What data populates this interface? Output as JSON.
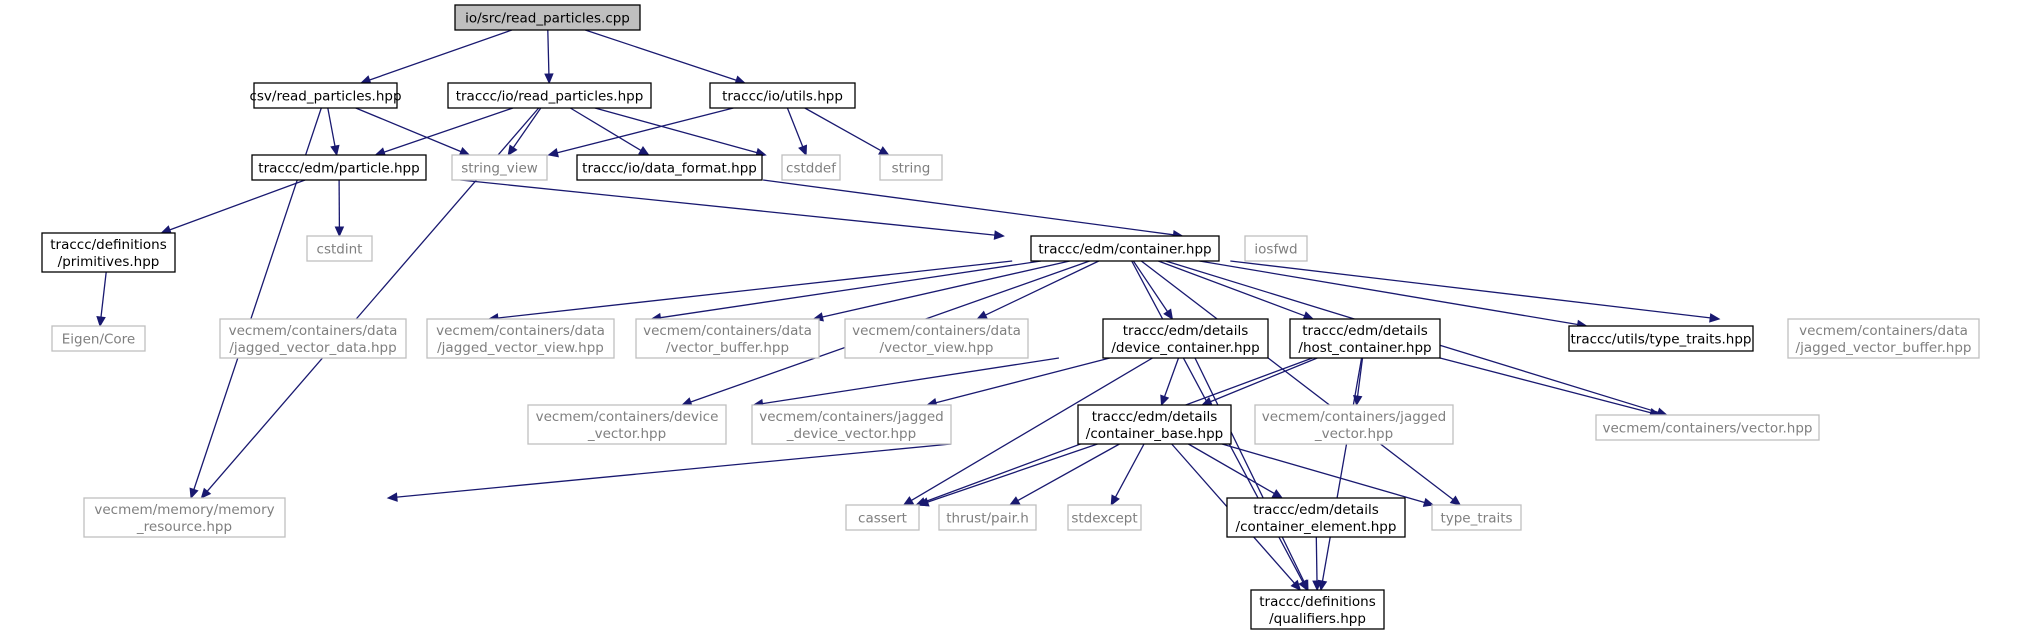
{
  "graph": {
    "nodes": [
      {
        "id": "root",
        "kind": "root",
        "lines": [
          "io/src/read_particles.cpp"
        ]
      },
      {
        "id": "csv_rp",
        "kind": "doc",
        "lines": [
          "csv/read_particles.hpp"
        ]
      },
      {
        "id": "io_rp",
        "kind": "doc",
        "lines": [
          "traccc/io/read_particles.hpp"
        ]
      },
      {
        "id": "io_utils",
        "kind": "doc",
        "lines": [
          "traccc/io/utils.hpp"
        ]
      },
      {
        "id": "particle",
        "kind": "doc",
        "lines": [
          "traccc/edm/particle.hpp"
        ]
      },
      {
        "id": "string_view",
        "kind": "sys",
        "lines": [
          "string_view"
        ]
      },
      {
        "id": "data_format",
        "kind": "doc",
        "lines": [
          "traccc/io/data_format.hpp"
        ]
      },
      {
        "id": "cstddef",
        "kind": "sys",
        "lines": [
          "cstddef"
        ]
      },
      {
        "id": "string",
        "kind": "sys",
        "lines": [
          "string"
        ]
      },
      {
        "id": "primitives",
        "kind": "doc",
        "lines": [
          "traccc/definitions",
          "/primitives.hpp"
        ]
      },
      {
        "id": "cstdint",
        "kind": "sys",
        "lines": [
          "cstdint"
        ]
      },
      {
        "id": "container",
        "kind": "doc",
        "lines": [
          "traccc/edm/container.hpp"
        ]
      },
      {
        "id": "iosfwd",
        "kind": "sys",
        "lines": [
          "iosfwd"
        ]
      },
      {
        "id": "eigen",
        "kind": "sys",
        "lines": [
          "Eigen/Core"
        ]
      },
      {
        "id": "jvd",
        "kind": "sys",
        "lines": [
          "vecmem/containers/data",
          "/jagged_vector_data.hpp"
        ]
      },
      {
        "id": "jvv",
        "kind": "sys",
        "lines": [
          "vecmem/containers/data",
          "/jagged_vector_view.hpp"
        ]
      },
      {
        "id": "vbuf",
        "kind": "sys",
        "lines": [
          "vecmem/containers/data",
          "/vector_buffer.hpp"
        ]
      },
      {
        "id": "vview",
        "kind": "sys",
        "lines": [
          "vecmem/containers/data",
          "/vector_view.hpp"
        ]
      },
      {
        "id": "devcont",
        "kind": "doc",
        "lines": [
          "traccc/edm/details",
          "/device_container.hpp"
        ]
      },
      {
        "id": "hostcont",
        "kind": "doc",
        "lines": [
          "traccc/edm/details",
          "/host_container.hpp"
        ]
      },
      {
        "id": "typetraits_hpp",
        "kind": "doc",
        "lines": [
          "traccc/utils/type_traits.hpp"
        ]
      },
      {
        "id": "jvbuf",
        "kind": "sys",
        "lines": [
          "vecmem/containers/data",
          "/jagged_vector_buffer.hpp"
        ]
      },
      {
        "id": "devvec",
        "kind": "sys",
        "lines": [
          "vecmem/containers/device",
          "_vector.hpp"
        ]
      },
      {
        "id": "jdevvec",
        "kind": "sys",
        "lines": [
          "vecmem/containers/jagged",
          "_device_vector.hpp"
        ]
      },
      {
        "id": "contbase",
        "kind": "doc",
        "lines": [
          "traccc/edm/details",
          "/container_base.hpp"
        ]
      },
      {
        "id": "jvec",
        "kind": "sys",
        "lines": [
          "vecmem/containers/jagged",
          "_vector.hpp"
        ]
      },
      {
        "id": "vec",
        "kind": "sys",
        "lines": [
          "vecmem/containers/vector.hpp"
        ]
      },
      {
        "id": "memres",
        "kind": "sys",
        "lines": [
          "vecmem/memory/memory",
          "_resource.hpp"
        ]
      },
      {
        "id": "cassert",
        "kind": "sys",
        "lines": [
          "cassert"
        ]
      },
      {
        "id": "thrust",
        "kind": "sys",
        "lines": [
          "thrust/pair.h"
        ]
      },
      {
        "id": "stdexcept",
        "kind": "sys",
        "lines": [
          "stdexcept"
        ]
      },
      {
        "id": "contelem",
        "kind": "doc",
        "lines": [
          "traccc/edm/details",
          "/container_element.hpp"
        ]
      },
      {
        "id": "type_traits",
        "kind": "sys",
        "lines": [
          "type_traits"
        ]
      },
      {
        "id": "qualifiers",
        "kind": "doc",
        "lines": [
          "traccc/definitions",
          "/qualifiers.hpp"
        ]
      }
    ],
    "edges": [
      [
        "root",
        "csv_rp"
      ],
      [
        "root",
        "io_rp"
      ],
      [
        "root",
        "io_utils"
      ],
      [
        "csv_rp",
        "particle"
      ],
      [
        "csv_rp",
        "string_view"
      ],
      [
        "csv_rp",
        "memres"
      ],
      [
        "io_rp",
        "particle"
      ],
      [
        "io_rp",
        "string_view"
      ],
      [
        "io_rp",
        "data_format"
      ],
      [
        "io_rp",
        "cstddef"
      ],
      [
        "io_rp",
        "memres"
      ],
      [
        "io_utils",
        "string_view"
      ],
      [
        "io_utils",
        "cstddef"
      ],
      [
        "io_utils",
        "string"
      ],
      [
        "particle",
        "primitives"
      ],
      [
        "particle",
        "cstdint"
      ],
      [
        "particle",
        "container"
      ],
      [
        "data_format",
        "iosfwd"
      ],
      [
        "primitives",
        "eigen"
      ],
      [
        "container",
        "jvd"
      ],
      [
        "container",
        "jvv"
      ],
      [
        "container",
        "vbuf"
      ],
      [
        "container",
        "vview"
      ],
      [
        "container",
        "devcont"
      ],
      [
        "container",
        "hostcont"
      ],
      [
        "container",
        "typetraits_hpp"
      ],
      [
        "container",
        "jvbuf"
      ],
      [
        "container",
        "devvec"
      ],
      [
        "container",
        "vec"
      ],
      [
        "container",
        "type_traits"
      ],
      [
        "container",
        "qualifiers"
      ],
      [
        "devcont",
        "devvec"
      ],
      [
        "devcont",
        "jdevvec"
      ],
      [
        "devcont",
        "contbase"
      ],
      [
        "devcont",
        "cassert"
      ],
      [
        "devcont",
        "qualifiers"
      ],
      [
        "hostcont",
        "contbase"
      ],
      [
        "hostcont",
        "jvec"
      ],
      [
        "hostcont",
        "vec"
      ],
      [
        "hostcont",
        "cassert"
      ],
      [
        "hostcont",
        "qualifiers"
      ],
      [
        "contbase",
        "memres"
      ],
      [
        "contbase",
        "cassert"
      ],
      [
        "contbase",
        "thrust"
      ],
      [
        "contbase",
        "stdexcept"
      ],
      [
        "contbase",
        "contelem"
      ],
      [
        "contbase",
        "type_traits"
      ],
      [
        "contbase",
        "qualifiers"
      ],
      [
        "contelem",
        "qualifiers"
      ]
    ]
  }
}
